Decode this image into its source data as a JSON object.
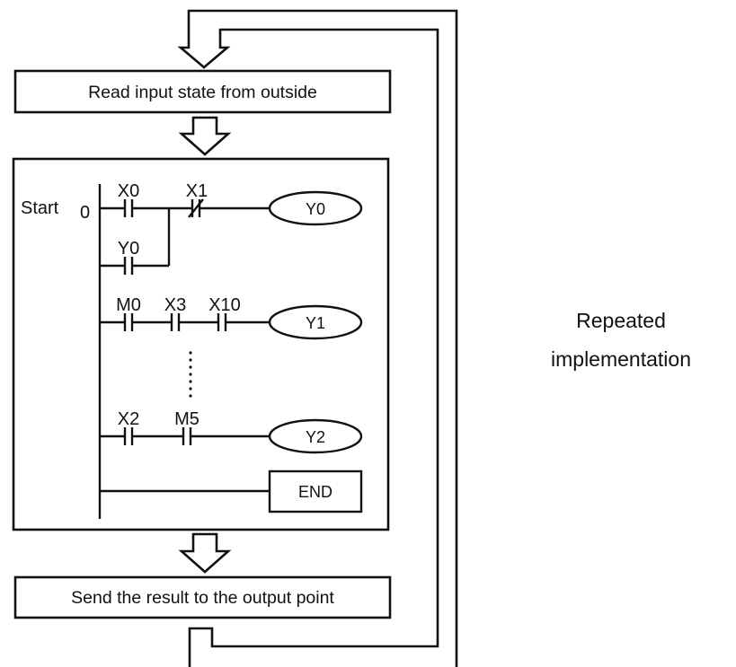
{
  "stages": {
    "read_input": "Read input state from outside",
    "send_output": "Send the result to the output point"
  },
  "side_label": {
    "line1": "Repeated",
    "line2": "implementation"
  },
  "ladder": {
    "start_label": "Start",
    "start_step": "0",
    "rung1": {
      "contact_a": "X0",
      "contact_b": "X1",
      "parallel": "Y0",
      "coil": "Y0"
    },
    "rung2": {
      "contact_a": "M0",
      "contact_b": "X3",
      "contact_c": "X10",
      "coil": "Y1"
    },
    "rung3": {
      "contact_a": "X2",
      "contact_b": "M5",
      "coil": "Y2"
    },
    "end_label": "END"
  },
  "icons": {
    "flow_arrow": "hollow-down-arrow",
    "no_contact": "normally-open-contact",
    "nc_contact": "normally-closed-contact",
    "coil": "output-coil-ellipse"
  },
  "colors": {
    "stroke": "#111111",
    "background": "#ffffff"
  }
}
